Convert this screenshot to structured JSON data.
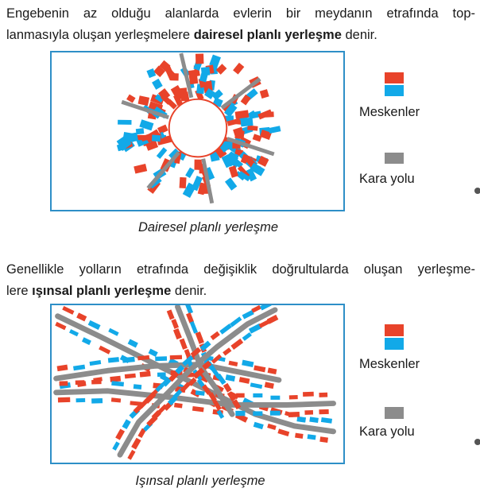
{
  "paragraph1": {
    "line1": "Engebenin az olduğu alanlarda evlerin bir meydanın etrafında top-",
    "line2_pre": "lanmasıyla oluşan yerleşmelere ",
    "line2_bold": "dairesel planlı yerleşme",
    "line2_post": " denir."
  },
  "figure1": {
    "caption": "Dairesel planlı yerleşme",
    "legend": {
      "dwellings_label": "Meskenler",
      "road_label": "Kara yolu"
    }
  },
  "paragraph2": {
    "line1": "Genellikle yolların etrafında değişiklik doğrultularda oluşan yerleşme-",
    "line2_pre": "lere ",
    "line2_bold": "ışınsal planlı yerleşme",
    "line2_post": " denir."
  },
  "figure2": {
    "caption": "Işınsal planlı yerleşme",
    "legend": {
      "dwellings_label": "Meskenler",
      "road_label": "Kara yolu"
    }
  },
  "colors": {
    "house_red": "#e8432a",
    "house_blue": "#12a9e8",
    "road_gray": "#8c8c8c",
    "frame_blue": "#2e8fc7"
  }
}
